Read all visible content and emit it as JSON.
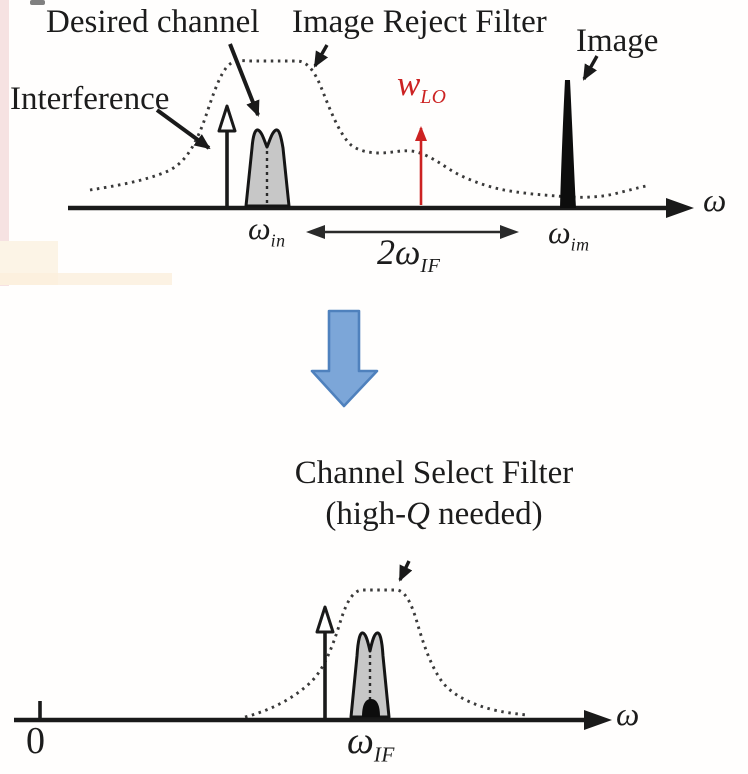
{
  "top": {
    "desired_channel": "Desired channel",
    "image_reject_filter": "Image Reject Filter",
    "image": "Image",
    "interference": "Interference",
    "w_lo": {
      "base": "w",
      "sub": "LO"
    },
    "omega_in": {
      "base": "ω",
      "sub": "in"
    },
    "two_omega_if": {
      "base": "2ω",
      "sub": "IF"
    },
    "omega_im": {
      "base": "ω",
      "sub": "im"
    },
    "axis": "ω"
  },
  "bottom": {
    "title": "Channel Select Filter",
    "subtitle_pre": "(high-",
    "subtitle_q": "Q",
    "subtitle_post": " needed)",
    "zero": "0",
    "omega_if": {
      "base": "ω",
      "sub": "IF"
    },
    "axis": "ω"
  },
  "colors": {
    "ink": "#1a1a1a",
    "channel_fill": "#c7c7c7",
    "lo_red": "#cc2222",
    "transform_arrow_fill": "#7ca6d8",
    "transform_arrow_stroke": "#4f81bd"
  }
}
